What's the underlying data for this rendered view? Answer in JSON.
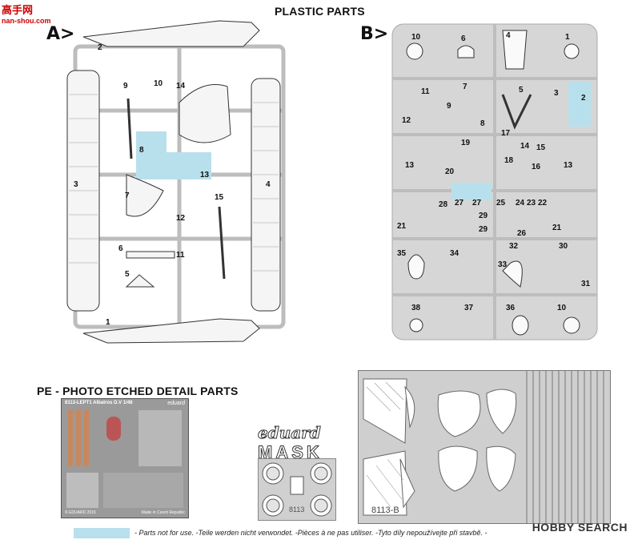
{
  "logo": {
    "cn": "高手网",
    "url": "nan-shou.com"
  },
  "titles": {
    "plastic_parts": "PLASTIC PARTS",
    "pe_parts": "PE - PHOTO ETCHED DETAIL PARTS"
  },
  "sprues": {
    "a": "A>",
    "b": "B>"
  },
  "sprue_a_numbers": [
    "2",
    "9",
    "10",
    "14",
    "8",
    "13",
    "3",
    "4",
    "7",
    "12",
    "15",
    "6",
    "11",
    "5",
    "1"
  ],
  "sprue_b_numbers": [
    "10",
    "6",
    "4",
    "1",
    "11",
    "7",
    "5",
    "3",
    "2",
    "9",
    "8",
    "12",
    "17",
    "14",
    "15",
    "19",
    "18",
    "16",
    "13",
    "13",
    "20",
    "28",
    "27",
    "27",
    "25",
    "24",
    "23",
    "22",
    "29",
    "29",
    "21",
    "21",
    "26",
    "32",
    "30",
    "35",
    "34",
    "33",
    "31",
    "38",
    "37",
    "36",
    "10"
  ],
  "pe_sheet": {
    "code": "8113-LEPT1",
    "name": "Albatros D.V",
    "scale": "1/48",
    "brand": "eduard",
    "made": "Made in Czech Republic",
    "copyright": "© EDUARD 2015"
  },
  "mask": {
    "brand": "eduard",
    "word": "MASK",
    "code_small": "8113",
    "code_large": "8113-B"
  },
  "legend_text": "- Parts not for use. -Teile werden nicht verwondet. -Pièces à ne pas utiliser. -Tyto díly nepoužívejte při stavbě. -",
  "watermark": "HOBBY SEARCH",
  "colors": {
    "not_for_use": "#b8e0ec",
    "sprue": "#c9c9c9"
  }
}
